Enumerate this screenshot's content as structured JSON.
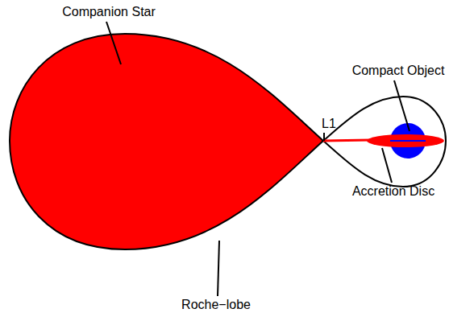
{
  "diagram": {
    "labels": [
      "Companion Star",
      "L1",
      "Compact Object",
      "Accretion Disc",
      "Roche−lobe"
    ]
  }
}
